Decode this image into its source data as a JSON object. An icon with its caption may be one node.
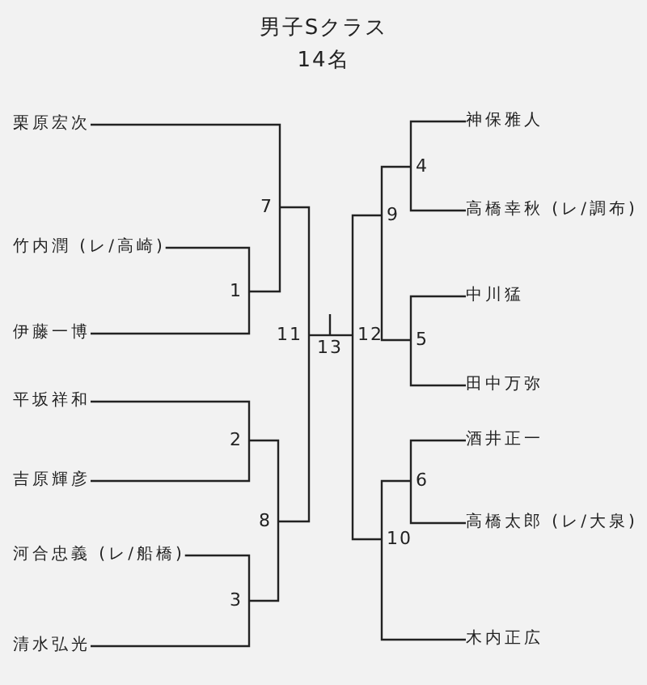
{
  "diagram": {
    "title": "男子Sクラス",
    "nodes": [
      {
        "text": [
          "栗原宏次"
        ]
      },
      {
        "text": [
          "竹内潤 (レ/高崎)"
        ]
      },
      {
        "text": [
          "伊藤一博"
        ]
      },
      {
        "text": [
          "平坂祥和"
        ]
      },
      {
        "text": [
          "吉原輝彦"
        ]
      },
      {
        "text": [
          "河合忠義 (レ/船橋)"
        ]
      },
      {
        "text": [
          "清水弘光"
        ]
      },
      {
        "text": [
          "神保雅人"
        ]
      },
      {
        "text": [
          "高橋幸秋 (レ/調布)"
        ]
      },
      {
        "text": [
          "中川猛"
        ]
      },
      {
        "text": [
          "田中万弥"
        ]
      },
      {
        "text": [
          "酒井正一"
        ]
      },
      {
        "text": [
          "高橋太郎 (レ/大泉)"
        ]
      },
      {
        "text": [
          "木内正広"
        ]
      },
      {
        "text": [
          "1"
        ]
      },
      {
        "text": [
          "2"
        ]
      },
      {
        "text": [
          "3"
        ]
      },
      {
        "text": [
          "4"
        ]
      },
      {
        "text": [
          "5"
        ]
      },
      {
        "text": [
          "6"
        ]
      },
      {
        "text": [
          "7"
        ]
      },
      {
        "text": [
          "8"
        ]
      },
      {
        "text": [
          "9"
        ]
      },
      {
        "text": [
          "10"
        ]
      },
      {
        "text": [
          "11"
        ]
      },
      {
        "text": [
          "12"
        ]
      },
      {
        "text": [
          "13"
        ]
      }
    ],
    "edges": [
      {
        "from": 1,
        "to": 14,
        "arrow": "none"
      },
      {
        "from": 2,
        "to": 14,
        "arrow": "none"
      },
      {
        "from": 0,
        "to": 20,
        "arrow": "none"
      },
      {
        "from": 14,
        "to": 20,
        "arrow": "none"
      },
      {
        "from": 3,
        "to": 15,
        "arrow": "none"
      },
      {
        "from": 4,
        "to": 15,
        "arrow": "none"
      },
      {
        "from": 5,
        "to": 16,
        "arrow": "none"
      },
      {
        "from": 6,
        "to": 16,
        "arrow": "none"
      },
      {
        "from": 15,
        "to": 21,
        "arrow": "none"
      },
      {
        "from": 16,
        "to": 21,
        "arrow": "none"
      },
      {
        "from": 20,
        "to": 24,
        "arrow": "none"
      },
      {
        "from": 21,
        "to": 24,
        "arrow": "none"
      },
      {
        "from": 7,
        "to": 17,
        "arrow": "none"
      },
      {
        "from": 8,
        "to": 17,
        "arrow": "none"
      },
      {
        "from": 9,
        "to": 18,
        "arrow": "none"
      },
      {
        "from": 10,
        "to": 18,
        "arrow": "none"
      },
      {
        "from": 17,
        "to": 22,
        "arrow": "none"
      },
      {
        "from": 18,
        "to": 22,
        "arrow": "none"
      },
      {
        "from": 11,
        "to": 19,
        "arrow": "none"
      },
      {
        "from": 12,
        "to": 19,
        "arrow": "none"
      },
      {
        "from": 19,
        "to": 23,
        "arrow": "none"
      },
      {
        "from": 13,
        "to": 23,
        "arrow": "none"
      },
      {
        "from": 22,
        "to": 25,
        "arrow": "none"
      },
      {
        "from": 23,
        "to": 25,
        "arrow": "none"
      },
      {
        "from": 24,
        "to": 26,
        "arrow": "none"
      },
      {
        "from": 25,
        "to": 26,
        "arrow": "none"
      }
    ],
    "labels": [
      "14名"
    ]
  }
}
